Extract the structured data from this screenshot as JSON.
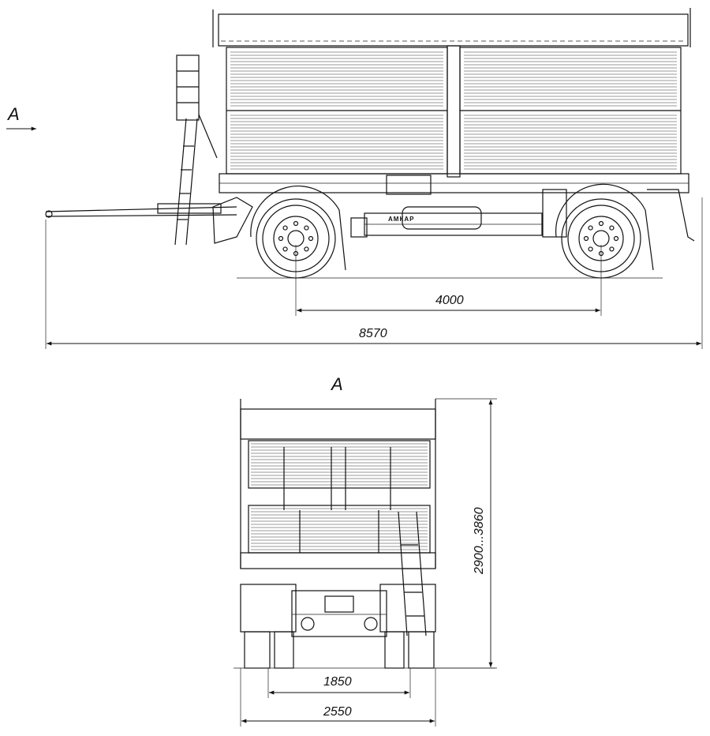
{
  "view_arrow_label": "A",
  "view_title": "A",
  "brand_mark": "АМКАР",
  "dimensions": {
    "wheelbase": "4000",
    "overall_length": "8570",
    "height_range": "2900...3860",
    "track_width": "1850",
    "overall_width": "2550"
  },
  "colors": {
    "line": "#111111",
    "background": "#ffffff"
  }
}
